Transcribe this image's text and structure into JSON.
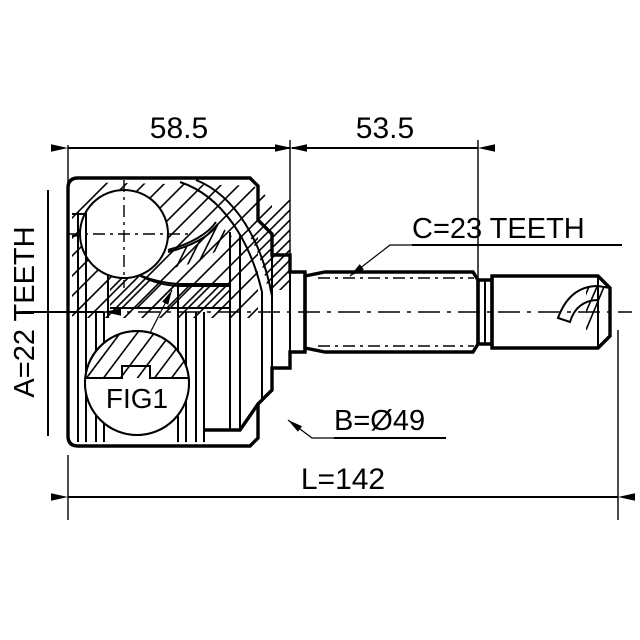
{
  "drawing": {
    "type": "cv-joint-technical-drawing",
    "background_color": "#ffffff",
    "line_color": "#000000"
  },
  "dimensions": {
    "joint_length": "58.5",
    "shaft_length": "53.5",
    "total_length": "L=142"
  },
  "labels": {
    "inner_spline": "A=22 TEETH",
    "outer_spline": "C=23 TEETH",
    "diameter": "B=Ø49",
    "detail_callout": "FIG1"
  },
  "annotations": {
    "dim_58_5_name": "dimension-58-5",
    "dim_53_5_name": "dimension-53-5",
    "dim_L_name": "dimension-total-length",
    "label_A_name": "label-a-22-teeth",
    "label_B_name": "label-b-diameter-49",
    "label_C_name": "label-c-23-teeth",
    "detail_name": "detail-circle-fig1"
  }
}
